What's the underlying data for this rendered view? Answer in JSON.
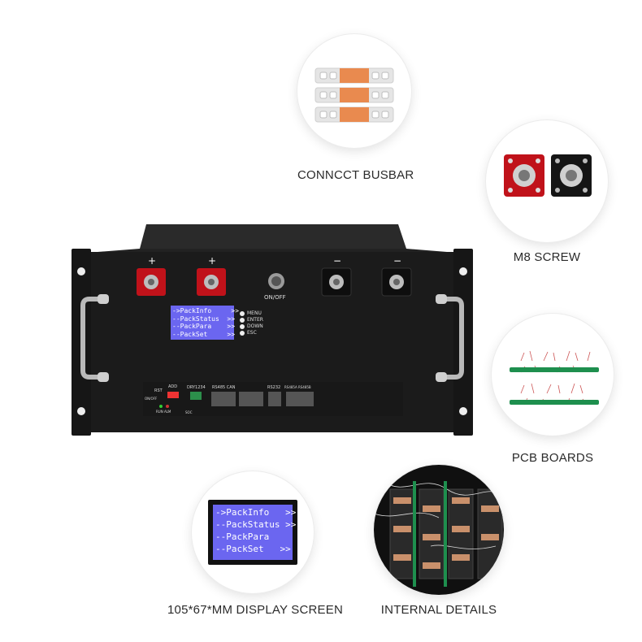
{
  "callouts": {
    "busbar": {
      "caption": "CONNCCT BUSBAR",
      "icon": "busbar-icon"
    },
    "screw": {
      "caption": "M8 SCREW",
      "icon": "m8-screw-icon"
    },
    "pcb": {
      "caption": "PCB BOARDS",
      "icon": "pcb-board-icon"
    },
    "display": {
      "caption": "105*67*MM DISPLAY SCREEN"
    },
    "internal": {
      "caption": "INTERNAL DETAILS"
    }
  },
  "battery": {
    "power_label": "ON/OFF",
    "plus_sign": "+",
    "minus_sign": "−",
    "lcd_lines": [
      "->PackInfo     >>",
      "--PackStatus  >>",
      "--PackPara    >>",
      "--PackSet     >>"
    ],
    "buttons": [
      "MENU",
      "ENTER",
      "DOWN",
      "ESC"
    ],
    "ports": {
      "rst": "RST",
      "onoff": "ON/OFF",
      "add": "ADD",
      "dry": "DRY1234",
      "run_alm": "RUN  ALM",
      "soc": "SOC",
      "rs485_can": "RS485  CAN",
      "rs232": "RS232",
      "rs485a_b": "RS485A RS485B"
    }
  },
  "display_zoom": {
    "lines": [
      "->PackInfo   >>",
      "--PackStatus >>",
      "--PackPara",
      "--PackSet   >>"
    ]
  },
  "colors": {
    "case": "#1b1b1b",
    "lcd": "#6b66f0",
    "terminal_red": "#c0121a",
    "busbar_copper": "#e98a4f"
  }
}
